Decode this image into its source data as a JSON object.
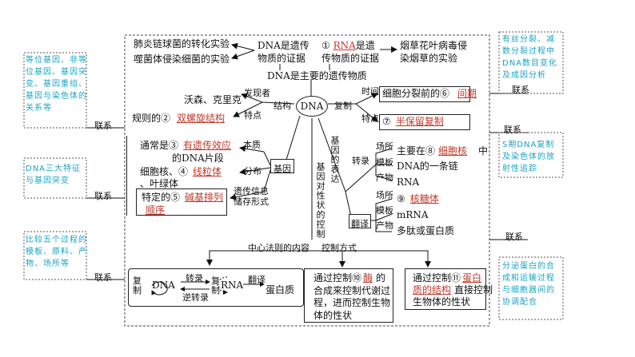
{
  "center": "DNA",
  "top": {
    "exp1": "肺炎链球菌的转化实验",
    "exp2": "噬菌体侵染细菌的实验",
    "dna_gm_1": "DNA是遗传",
    "dna_gm_2": "物质的证据",
    "q1_num": "①",
    "q1_ans": "RNA",
    "q1_rest_1": "是遗",
    "q1_rest_2": "传物质的证据",
    "tmv1": "烟草花叶病毒侵",
    "tmv2": "染烟草的实验",
    "main_gm": "DNA是主要的遗传物质"
  },
  "structure": {
    "discoverer_label": "发现者",
    "discoverers": "沃森、克里克",
    "structure_label": "结构",
    "feature_label": "特点",
    "rule_prefix": "规则的②",
    "rule_ans": "双螺旋结构"
  },
  "gene": {
    "nature_prefix": "通常是③",
    "nature_ans": "有遗传效应",
    "nature_suffix": "的DNA片段",
    "nature_label": "本质",
    "dist_prefix": "细胞核、④",
    "dist_ans": "线粒体",
    "dist_suffix": "、叶绿体",
    "dist_label": "分布",
    "gene_box": "基因",
    "storage_label_1": "遗传信息",
    "storage_label_2": "储存形式",
    "specific_prefix": "特定的⑤",
    "specific_ans1": "碱基排列",
    "specific_ans2": "顺序"
  },
  "replication": {
    "label": "复制",
    "time_label": "时间",
    "time_prefix": "细胞分裂前的⑥",
    "time_ans": "间期",
    "feature_label": "特点",
    "feature_prefix": "⑦",
    "feature_ans": "半保留复制"
  },
  "expression": {
    "vertical_label": "基因的表达",
    "transcription": "转录",
    "tr_site_label": "场所",
    "tr_site_prefix": "主要在⑧",
    "tr_site_ans": "细胞核",
    "tr_site_suffix": "中",
    "tr_template_label": "模板",
    "tr_template": "DNA的一条链",
    "tr_product_label": "产物",
    "tr_product": "RNA",
    "translation": "翻译",
    "tl_site_label": "场所",
    "tl_site_prefix": "⑨",
    "tl_site_ans": "核糖体",
    "tl_template_label": "模板",
    "tl_template": "mRNA",
    "tl_product_label": "产物",
    "tl_product": "多肽或蛋白质"
  },
  "control": {
    "vertical_label": "基因对性状的控制",
    "central_dogma_label": "中心法则的内容",
    "control_mode_label": "控制方式",
    "dogma": {
      "replicate": "复制",
      "dna": "DNA",
      "transcribe": "转录",
      "reverse": "逆转录",
      "rna": "RNA",
      "translate": "翻译",
      "protein": "蛋白质"
    },
    "indirect_prefix": "通过控制⑩",
    "indirect_ans": "酶",
    "indirect_suffix": "的",
    "indirect_2": "合成来控制代谢过",
    "indirect_3": "程，进而控制生物",
    "indirect_4": "体的性状",
    "direct_prefix": "通过控制⑪",
    "direct_ans1": "蛋白",
    "direct_ans2": "质的结构",
    "direct_suffix2": "直接控制",
    "direct_3": "生物体的性状"
  },
  "left_notes": [
    {
      "text": [
        "等位基因、非等",
        "位基因、基因突",
        "变、基因重组、",
        "基因与染色体的",
        "关系等"
      ],
      "link": "联系"
    },
    {
      "text": [
        "DNA三大特征",
        "与基因突变"
      ],
      "link": "联系"
    },
    {
      "text": [
        "比较五个过程的",
        "模板、原料、产",
        "物、场所等"
      ],
      "link": "联系"
    }
  ],
  "right_notes": [
    {
      "text": [
        "有丝分裂、减",
        "数分裂过程中",
        "DNA数目变化",
        "及成因分析"
      ],
      "link": "联系"
    },
    {
      "text": [
        "S期DNA复制",
        "及染色体的放",
        "射性追踪"
      ],
      "link": "联系"
    },
    {
      "text": [
        "分泌蛋白的合",
        "成和运输过程",
        "与细胞器间的",
        "协调配合"
      ],
      "link": "联系"
    }
  ]
}
